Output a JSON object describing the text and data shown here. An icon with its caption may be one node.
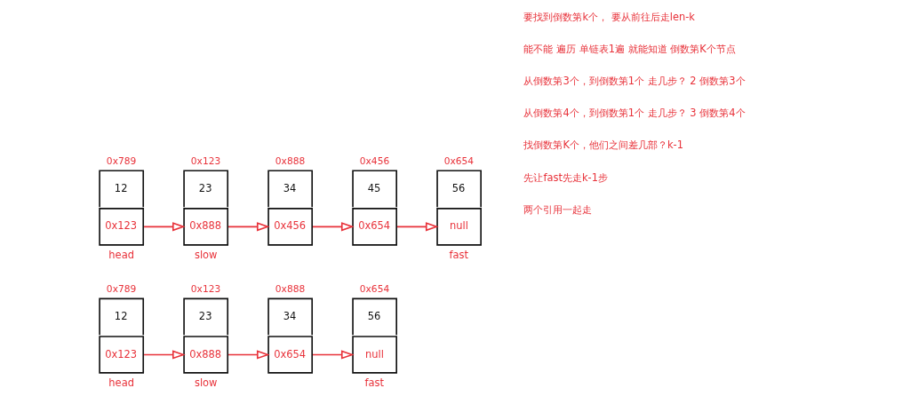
{
  "diagram": {
    "nodes": [
      {
        "text": [
          "0x789",
          "12",
          "0x123"
        ],
        "beside": [
          "head"
        ]
      },
      {
        "text": [
          "0x123",
          "23",
          "0x888"
        ],
        "beside": [
          "slow"
        ]
      },
      {
        "text": [
          "0x888",
          "34",
          "0x456"
        ]
      },
      {
        "text": [
          "0x456",
          "45",
          "0x654"
        ]
      },
      {
        "text": [
          "0x654",
          "56",
          "null"
        ],
        "beside": [
          "fast"
        ]
      },
      {
        "text": [
          "0x789",
          "12",
          "0x123"
        ],
        "beside": [
          "head"
        ]
      },
      {
        "text": [
          "0x123",
          "23",
          "0x888"
        ],
        "beside": [
          "slow"
        ]
      },
      {
        "text": [
          "0x888",
          "34",
          "0x654"
        ]
      },
      {
        "text": [
          "0x654",
          "56",
          "null"
        ],
        "beside": [
          "fast"
        ]
      }
    ],
    "edges": [
      {
        "from": 0,
        "to": 1,
        "arrow": "to"
      },
      {
        "from": 1,
        "to": 2,
        "arrow": "to"
      },
      {
        "from": 2,
        "to": 3,
        "arrow": "to"
      },
      {
        "from": 3,
        "to": 4,
        "arrow": "to"
      },
      {
        "from": 5,
        "to": 6,
        "arrow": "to"
      },
      {
        "from": 6,
        "to": 7,
        "arrow": "to"
      },
      {
        "from": 7,
        "to": 8,
        "arrow": "to"
      }
    ],
    "labels": [
      "要找到倒数第k个， 要从前往后走len-k",
      "能不能 遍历 单链表1遍 就能知道 倒数第K个节点",
      "从倒数第3个，到倒数第1个 走几步？ 2 倒数第3个",
      "从倒数第4个，到倒数第1个 走几步？ 3 倒数第4个",
      "找倒数第K个，他们之间差几部？k-1",
      "先让fast先走k-1步",
      "两个引用一起走"
    ]
  }
}
